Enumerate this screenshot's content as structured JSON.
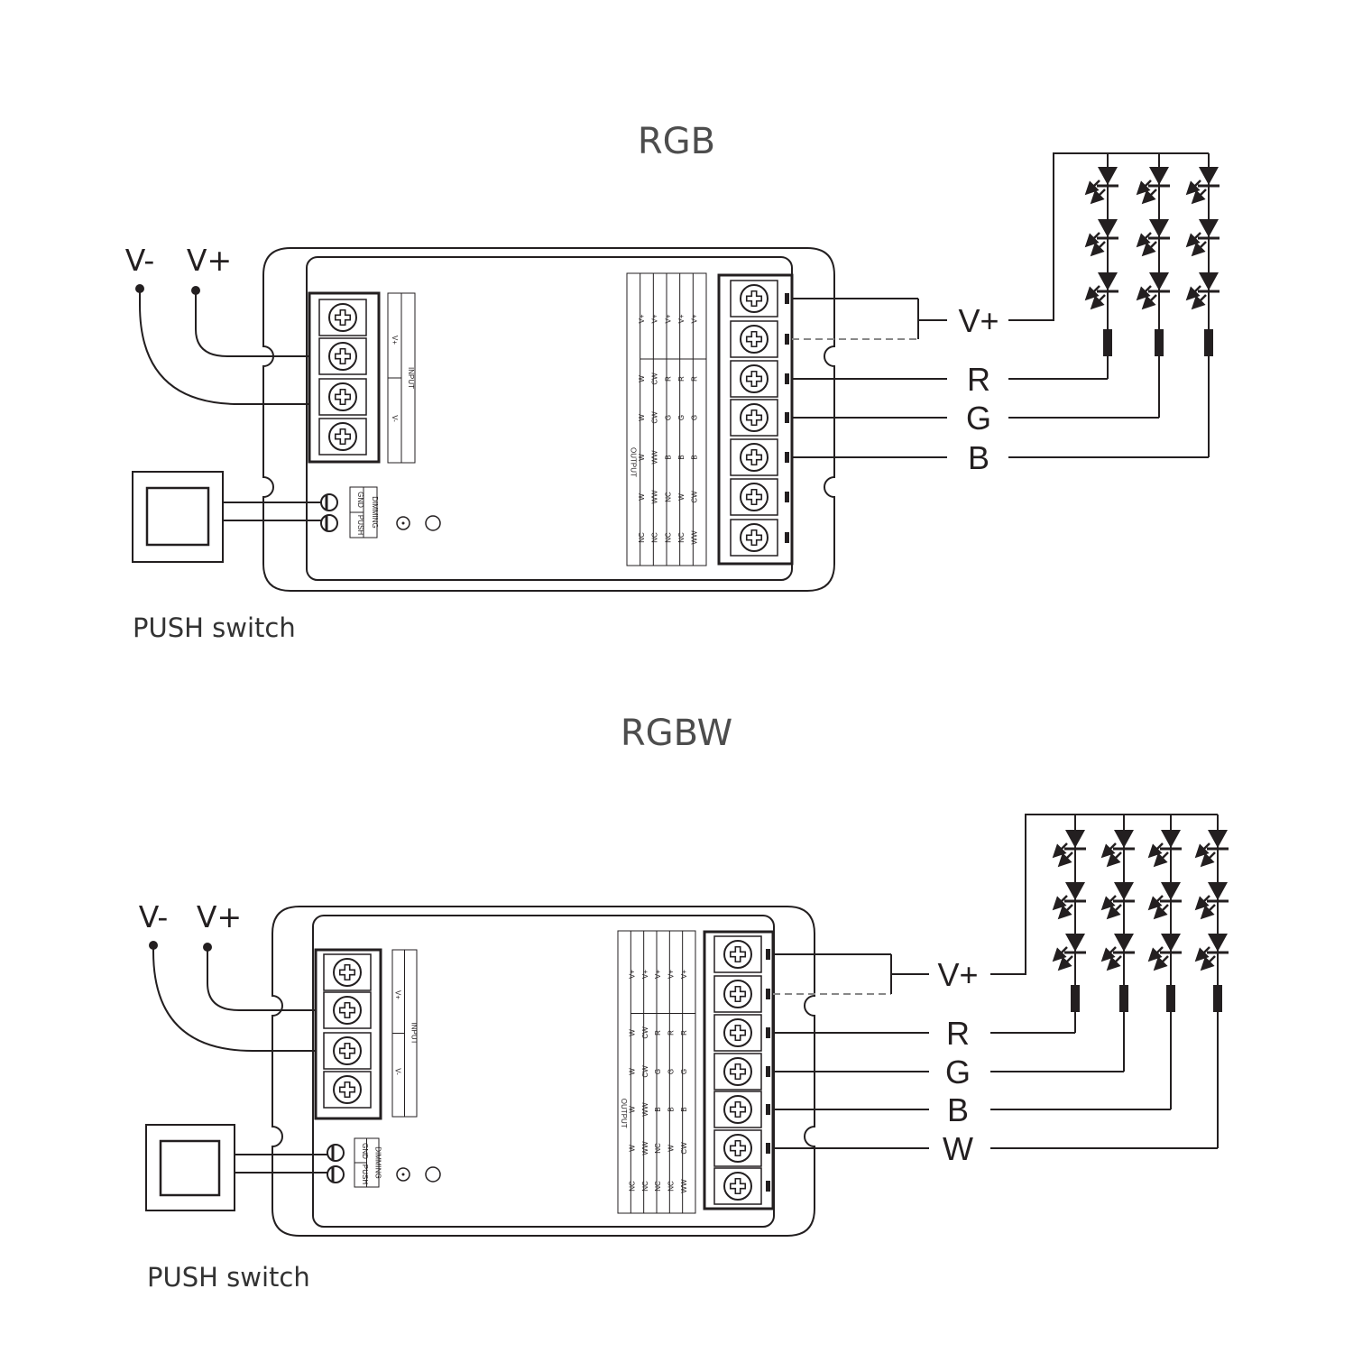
{
  "diagrams": [
    {
      "title": "RGB",
      "input_power": {
        "negative": "V-",
        "positive": "V+"
      },
      "switch_label": "PUSH switch",
      "input_block_label": {
        "header": "INPUT",
        "positive": "V+",
        "negative": "V-"
      },
      "dimming_label": {
        "header": "DIMMING",
        "gnd": "GND",
        "push": "PUSH"
      },
      "output_table": {
        "header": "OUTPUT",
        "columns": [
          [
            "V+",
            "W",
            "W",
            "W",
            "W",
            "NC"
          ],
          [
            "V+",
            "CW",
            "CW",
            "WW",
            "WW",
            "NC"
          ],
          [
            "V+",
            "R",
            "G",
            "B",
            "NC",
            "NC"
          ],
          [
            "V+",
            "R",
            "G",
            "B",
            "W",
            "NC"
          ],
          [
            "V+",
            "R",
            "G",
            "B",
            "CW",
            "WW"
          ]
        ]
      },
      "wire_labels": [
        "V+",
        "R",
        "G",
        "B"
      ],
      "led_columns": 3,
      "leds_per_column": 3
    },
    {
      "title": "RGBW",
      "input_power": {
        "negative": "V-",
        "positive": "V+"
      },
      "switch_label": "PUSH switch",
      "input_block_label": {
        "header": "INPUT",
        "positive": "V+",
        "negative": "V-"
      },
      "dimming_label": {
        "header": "DIMMING",
        "gnd": "GND",
        "push": "PUSH"
      },
      "output_table": {
        "header": "OUTPUT",
        "columns": [
          [
            "V+",
            "W",
            "W",
            "W",
            "W",
            "NC"
          ],
          [
            "V+",
            "CW",
            "CW",
            "WW",
            "WW",
            "NC"
          ],
          [
            "V+",
            "R",
            "G",
            "B",
            "NC",
            "NC"
          ],
          [
            "V+",
            "R",
            "G",
            "B",
            "W",
            "NC"
          ],
          [
            "V+",
            "R",
            "G",
            "B",
            "CW",
            "WW"
          ]
        ]
      },
      "wire_labels": [
        "V+",
        "R",
        "G",
        "B",
        "W"
      ],
      "led_columns": 4,
      "leds_per_column": 3
    }
  ],
  "colors": {
    "line": "#231f20",
    "title": "#4d4d4d",
    "dashed": "#888888"
  }
}
